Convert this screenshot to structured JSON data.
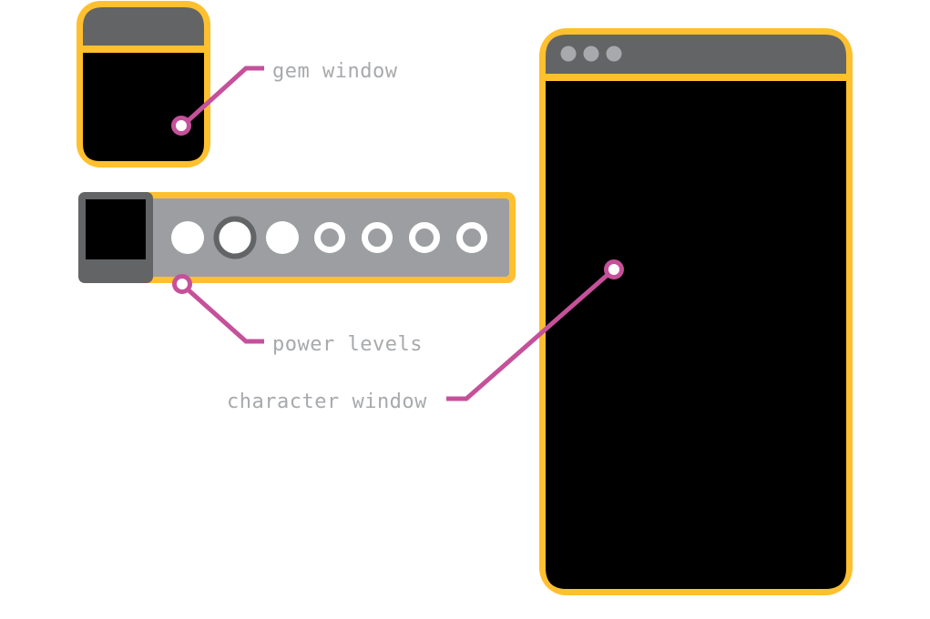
{
  "labels": {
    "gem_window": "gem window",
    "power_levels": "power levels",
    "character_window": "character window"
  },
  "power_levels": [
    {
      "state": "filled"
    },
    {
      "state": "selected"
    },
    {
      "state": "filled"
    },
    {
      "state": "ring"
    },
    {
      "state": "ring"
    },
    {
      "state": "ring"
    },
    {
      "state": "ring"
    }
  ],
  "character_window": {
    "titlebar_dots": 3
  },
  "colors": {
    "frame": "#fec02f",
    "titlebar": "#636466",
    "panel": "#9d9ea1",
    "screen": "#000000",
    "callout": "#c5519a",
    "label": "#a7a9ac",
    "dot": "#a7a9ac",
    "circle": "#ffffff",
    "selected_ring": "#636466"
  }
}
